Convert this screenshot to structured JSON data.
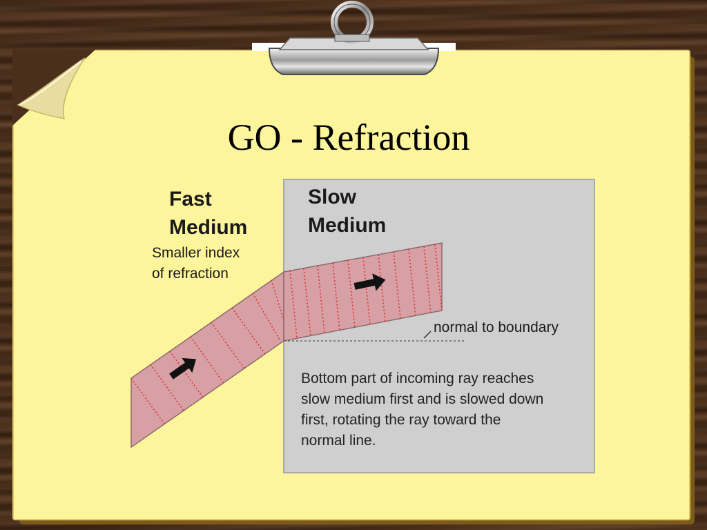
{
  "title": "GO - Refraction",
  "diagram": {
    "fast_label": [
      "Fast",
      "Medium"
    ],
    "fast_sub": [
      "Smaller index",
      "of refraction"
    ],
    "slow_label": [
      "Slow",
      "Medium"
    ],
    "normal_label": "normal to boundary",
    "description": [
      "Bottom part of incoming ray reaches",
      "slow medium first and is slowed down",
      "first, rotating the ray toward the",
      "normal line."
    ]
  },
  "colors": {
    "paper": "#fdf59c",
    "slow_medium": "#cfcfcf",
    "ray": "#d6a0a4",
    "wavefront": "#e0303a"
  },
  "icons": [
    "binder-clip-icon",
    "page-curl-icon",
    "arrow-icon"
  ]
}
